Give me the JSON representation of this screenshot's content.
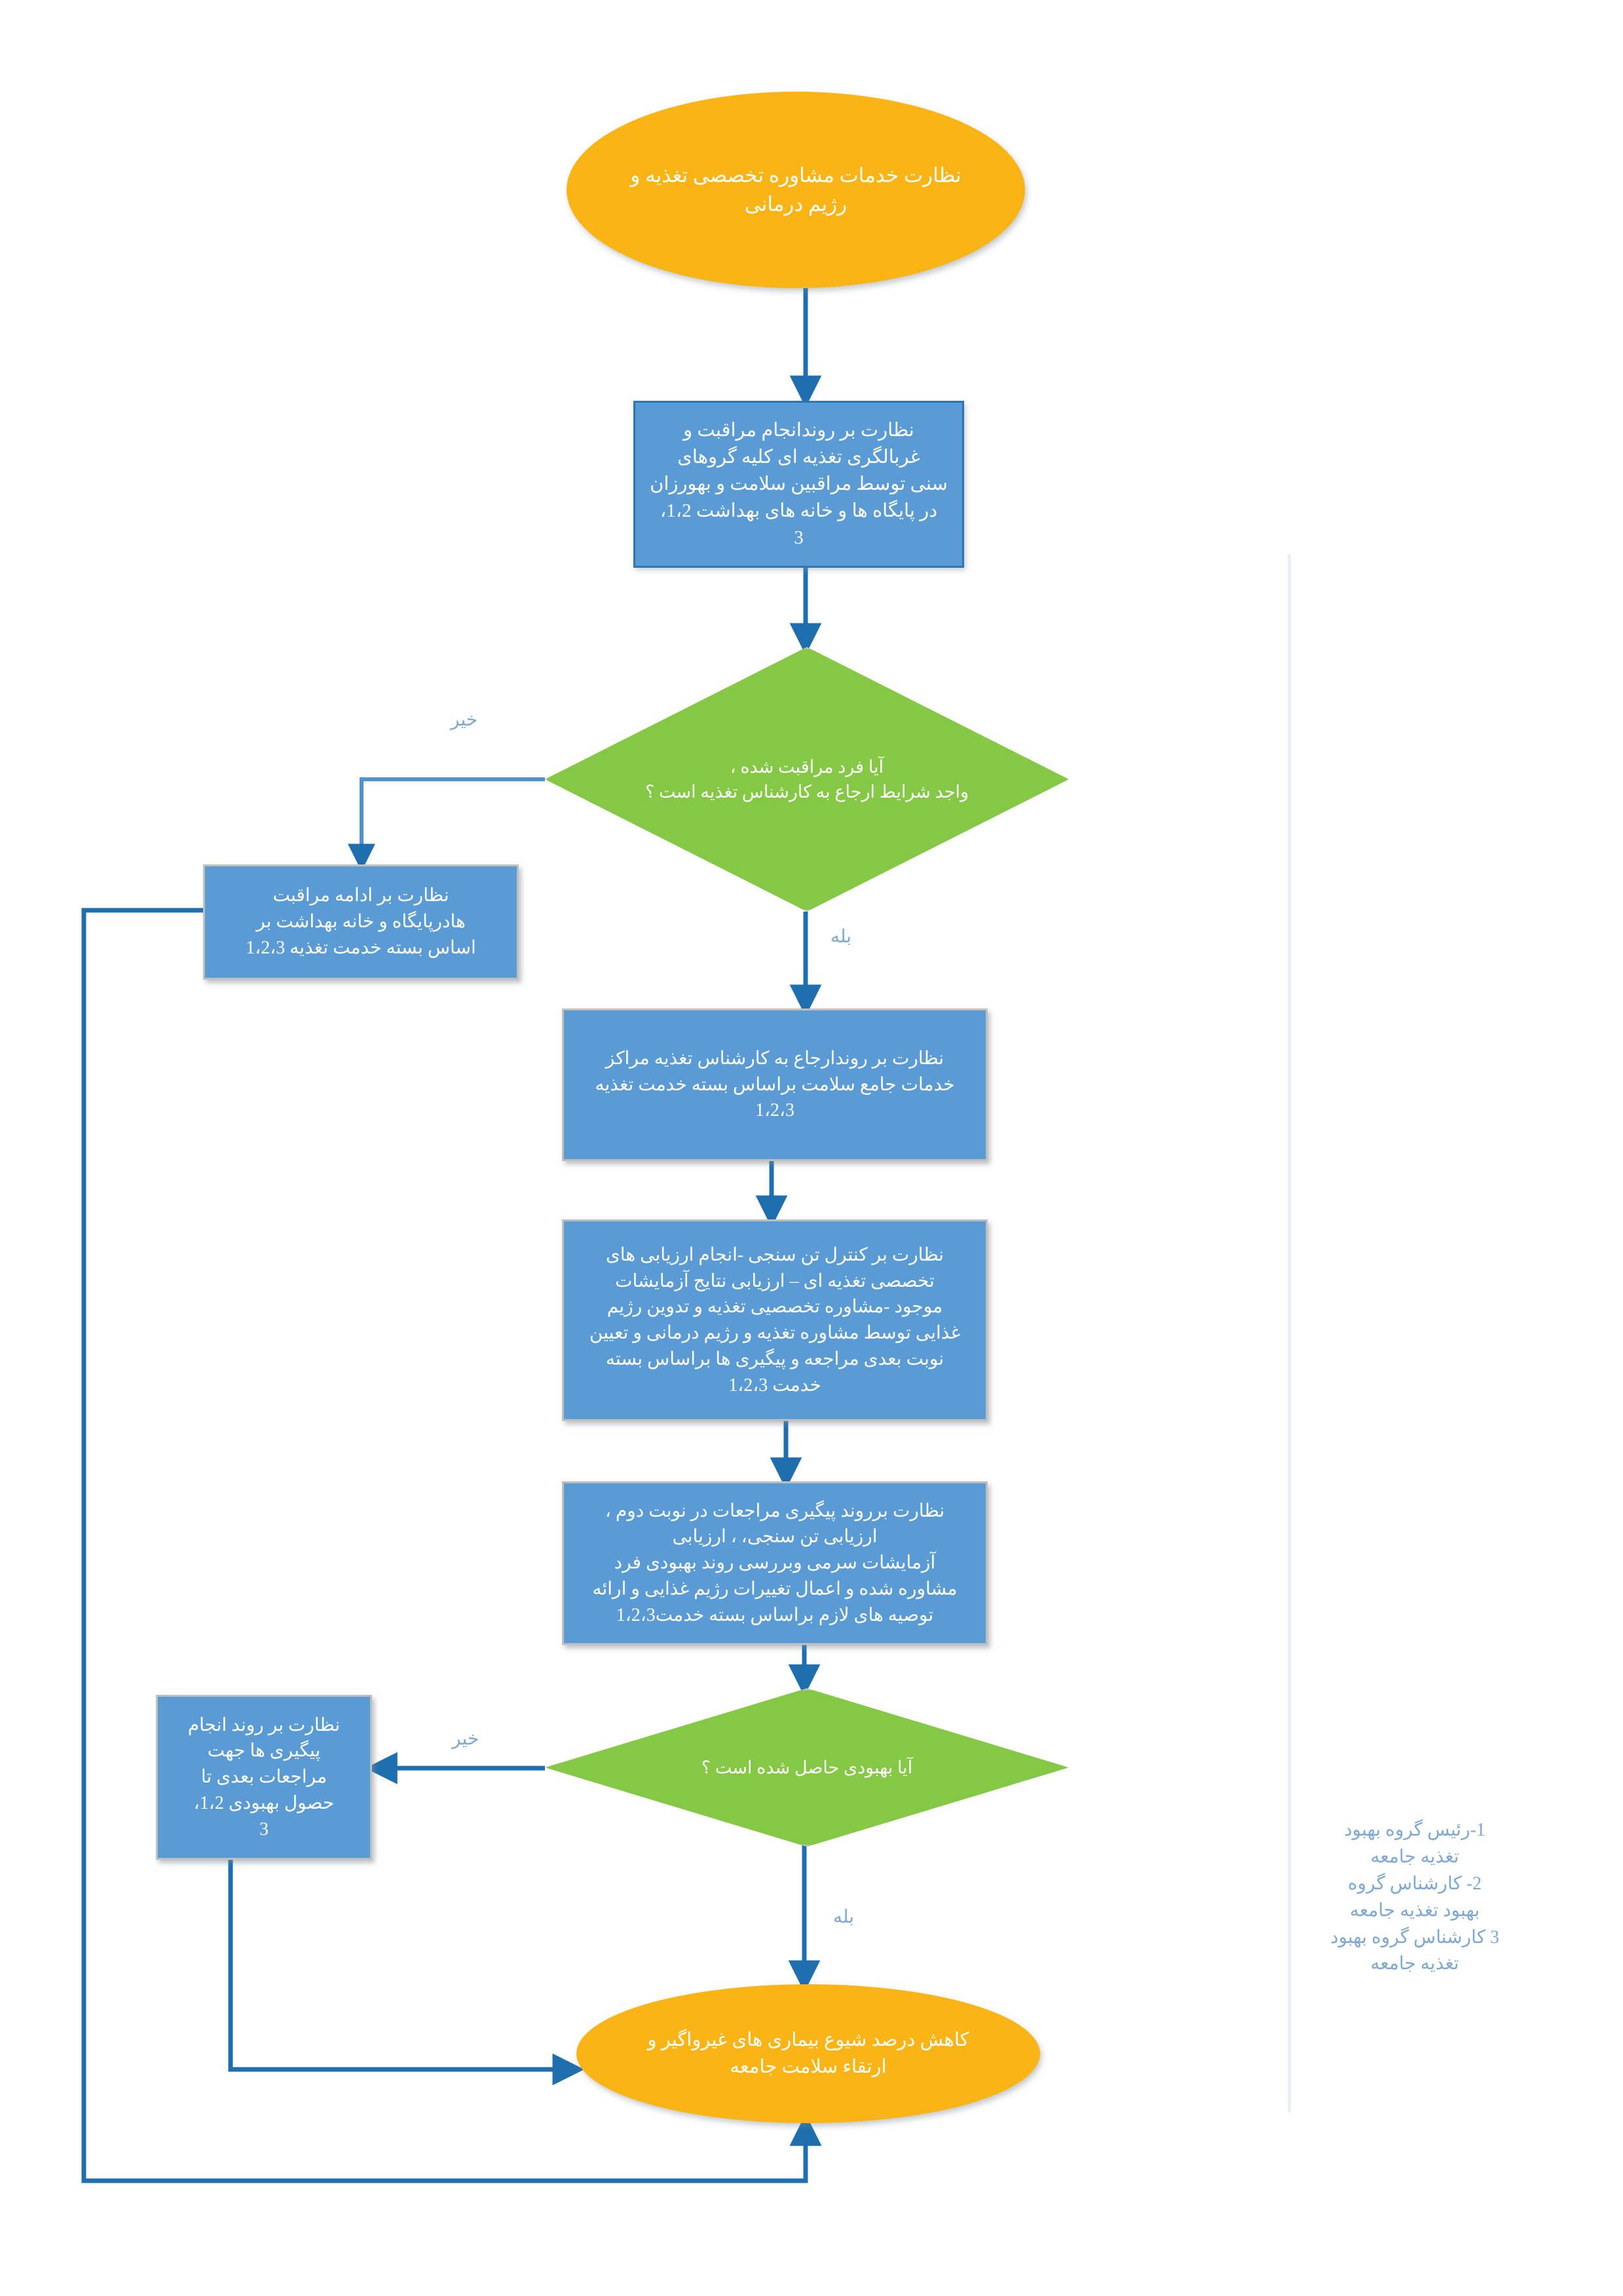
{
  "diagram": {
    "title_node": {
      "label": "نظارت خدمات مشاوره تخصصی تغذیه و\nرژیم درمانی"
    },
    "nodes": [
      {
        "id": "start",
        "type": "terminator",
        "label": "نظارت خدمات مشاوره تخصصی تغذیه و\nرژیم درمانی",
        "color": "#FBB416"
      },
      {
        "id": "monitor-screening",
        "type": "process",
        "label": "نظارت بر روندانجام مراقبت و\nغربالگری  تغذیه ای کلیه  گروهای\nسنی توسط مراقبین سلامت و  بهورزان\nدر پایگاه ها و خانه های بهداشت 1،2،\n3",
        "color": "#5B9BD5"
      },
      {
        "id": "decision-referral",
        "type": "decision",
        "label": "آیا فرد مراقبت شده ،\nواجد شرایط ارجاع به کارشناس تغذیه است ؟",
        "color": "#84C846"
      },
      {
        "id": "continue-care",
        "type": "process",
        "label": "نظارت بر ادامه مراقبت\nهادرپایگاه و  خانه بهداشت  بر\nاساس بسته خدمت تغذیه 1،2،3",
        "color": "#5B9BD5"
      },
      {
        "id": "monitor-referral",
        "type": "process",
        "label": "نظارت بر روندارجاع به کارشناس تغذیه  مراکز\nخدمات جامع سلامت براساس بسته خدمت تغذیه\n1،2،3",
        "color": "#5B9BD5"
      },
      {
        "id": "monitor-assessment",
        "type": "process",
        "label": "نظارت بر کنترل تن سنجی -انجام ارزیابی های\nتخصصی تغذیه ای – ارزیابی نتایج آزمایشات\nموجود -مشاوره تخصصیی تغذیه و تدوین رژیم\nغذایی توسط مشاوره تغذیه و رژیم درمانی و تعیین\nنوبت بعدی مراجعه و پیگیری ها  براساس بسته\nخدمت 1،2،3",
        "color": "#5B9BD5"
      },
      {
        "id": "monitor-followup",
        "type": "process",
        "label": "نظارت برروند پیگیری  مراجعات در نوبت دوم ،\nارزیابی  تن سنجی، ، ارزیابی\nآزمایشات سرمی وبررسی روند بهبودی فرد\nمشاوره شده و اعمال تغییرات رژیم غذایی و ارائه\nتوصیه های لازم  براساس بسته خدمت1،2،3",
        "color": "#5B9BD5"
      },
      {
        "id": "decision-improvement",
        "type": "decision",
        "label": "آیا بهبودی  حاصل شده است  ؟",
        "color": "#84C846"
      },
      {
        "id": "monitor-repeat-followup",
        "type": "process",
        "label": "نظارت بر روند انجام\nپیگیری ها جهت\nمراجعات بعدی تا\nحصول بهبودی 1،2،\n3",
        "color": "#5B9BD5"
      },
      {
        "id": "outcome",
        "type": "terminator",
        "label": "کاهش درصد شیوع بیماری های غیرواگیر و\nارتقاء سلامت جامعه",
        "color": "#FBB416"
      }
    ],
    "edge_labels": {
      "no_referral": "خیر",
      "yes_referral": "بله",
      "no_improvement": "خیر",
      "yes_improvement": "بله"
    },
    "edge_color": "#1F6FB0",
    "legend": {
      "lines": "1-رئیس گروه بهبود\nتغذیه جامعه\n2- کارشناس گروه\nبهبود تغذیه جامعه\n3 کارشناس گروه بهبود\nتغذیه جامعه",
      "color": "#7FA8D4"
    }
  }
}
